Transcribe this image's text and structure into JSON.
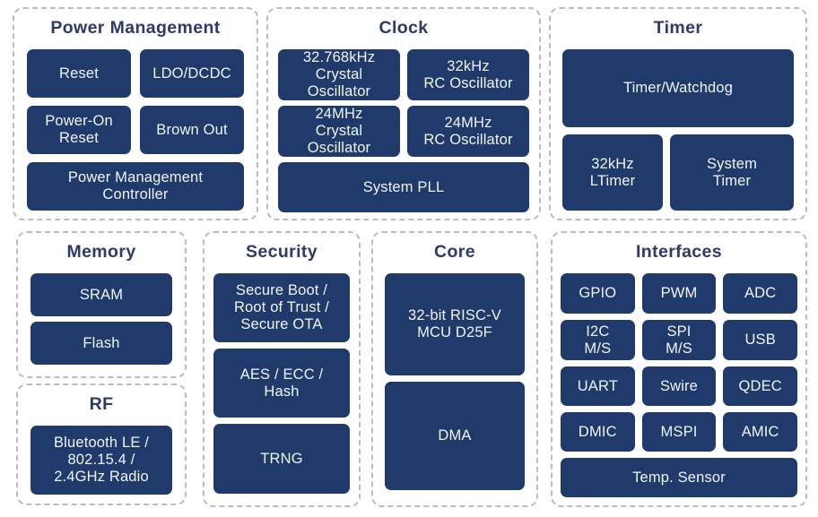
{
  "diagram": {
    "colors": {
      "box_bg": "#1f3a6b",
      "title_text": "#2d3a6a",
      "box_text": "#f1f4f9",
      "group_border": "#bcbcbc",
      "page_bg": "#ffffff"
    },
    "groups": {
      "power": {
        "title": "Power Management",
        "boxes": {
          "reset": "Reset",
          "ldo_dcdc": "LDO/DCDC",
          "power_on_reset": "Power-On\nReset",
          "brown_out": "Brown Out",
          "pm_controller": "Power Management\nController"
        }
      },
      "clock": {
        "title": "Clock",
        "boxes": {
          "xtal_32768": "32.768kHz\nCrystal\nOscillator",
          "rc_32k": "32kHz\nRC Oscillator",
          "xtal_24m": "24MHz\nCrystal\nOscillator",
          "rc_24m": "24MHz\nRC Oscillator",
          "system_pll": "System PLL"
        }
      },
      "timer": {
        "title": "Timer",
        "boxes": {
          "timer_watchdog": "Timer/Watchdog",
          "ltimer_32k": "32kHz\nLTimer",
          "system_timer": "System\nTimer"
        }
      },
      "memory": {
        "title": "Memory",
        "boxes": {
          "sram": "SRAM",
          "flash": "Flash"
        }
      },
      "rf": {
        "title": "RF",
        "boxes": {
          "radio": "Bluetooth LE /\n802.15.4 /\n2.4GHz Radio"
        }
      },
      "security": {
        "title": "Security",
        "boxes": {
          "secure_boot": "Secure Boot /\nRoot of Trust /\nSecure OTA",
          "aes_ecc_hash": "AES / ECC /\nHash",
          "trng": "TRNG"
        }
      },
      "core": {
        "title": "Core",
        "boxes": {
          "riscv_mcu": "32-bit RISC-V\nMCU D25F",
          "dma": "DMA"
        }
      },
      "interfaces": {
        "title": "Interfaces",
        "boxes": {
          "gpio": "GPIO",
          "pwm": "PWM",
          "adc": "ADC",
          "i2c": "I2C\nM/S",
          "spi": "SPI\nM/S",
          "usb": "USB",
          "uart": "UART",
          "swire": "Swire",
          "qdec": "QDEC",
          "dmic": "DMIC",
          "mspi": "MSPI",
          "amic": "AMIC",
          "temp_sensor": "Temp. Sensor"
        }
      }
    }
  }
}
